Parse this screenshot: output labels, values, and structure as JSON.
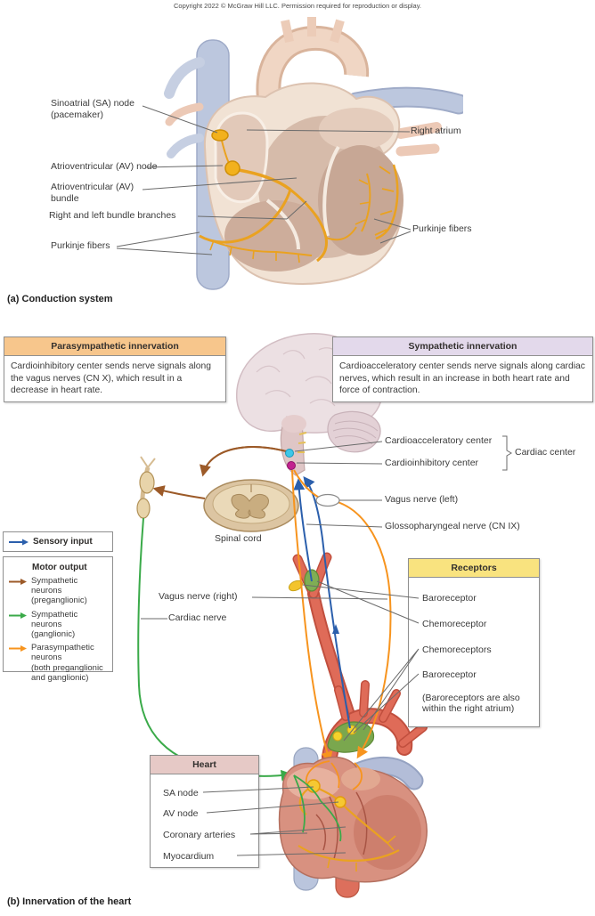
{
  "copyright": "Copyright 2022 © McGraw Hill LLC. Permission required for reproduction or display.",
  "panel_a": {
    "caption": "(a) Conduction system",
    "sa_node": "Sinoatrial (SA) node\n(pacemaker)",
    "av_node": "Atrioventricular (AV) node",
    "av_bundle": "Atrioventricular (AV)\nbundle",
    "bundle_branches": "Right and left bundle branches",
    "purkinje_left": "Purkinje fibers",
    "right_atrium": "Right atrium",
    "purkinje_right": "Purkinje fibers"
  },
  "panel_b": {
    "caption": "(b) Innervation of the heart",
    "para": {
      "title": "Parasympathetic innervation",
      "body": "Cardioinhibitory center sends nerve signals along the vagus nerves (CN X), which result in a decrease in heart rate.",
      "header_color": "#f7c68c"
    },
    "sym": {
      "title": "Sympathetic innervation",
      "body": "Cardioacceleratory center sends nerve signals along cardiac nerves, which result in an increase in both heart rate and force of contraction.",
      "header_color": "#e3d9eb"
    },
    "labels": {
      "cardioacceleratory": "Cardioacceleratory center",
      "cardioinhibitory": "Cardioinhibitory center",
      "cardiac_center": "Cardiac center",
      "vagus_left": "Vagus nerve (left)",
      "glossopharyngeal": "Glossopharyngeal nerve (CN IX)",
      "spinal_cord": "Spinal cord",
      "vagus_right": "Vagus nerve (right)",
      "cardiac_nerve": "Cardiac nerve"
    },
    "legend": {
      "sensory": "Sensory input",
      "sensory_color": "#2b5fac",
      "motor_title": "Motor output",
      "motor_items": [
        {
          "label": "Sympathetic neurons\n(preganglionic)",
          "color": "#9c5a28"
        },
        {
          "label": "Sympathetic neurons\n(ganglionic)",
          "color": "#3aaa49"
        },
        {
          "label": "Parasympathetic\nneurons\n(both preganglionic\nand ganglionic)",
          "color": "#f7941e"
        }
      ]
    },
    "receptors": {
      "title": "Receptors",
      "header_color": "#f9e37f",
      "items": [
        "Baroreceptor",
        "Chemoreceptor",
        "Chemoreceptors",
        "Baroreceptor"
      ],
      "note": "(Baroreceptors are also\nwithin the right atrium)"
    },
    "heart": {
      "title": "Heart",
      "header_color": "#e6c9c6",
      "items": [
        "SA node",
        "AV node",
        "Coronary arteries",
        "Myocardium"
      ]
    }
  },
  "colors": {
    "conduction_gold": "#eaa220",
    "sensory_blue": "#2b5fac",
    "sympathetic_preganglionic_brown": "#9c5a28",
    "sympathetic_ganglionic_green": "#3aaa49",
    "parasympathetic_orange": "#f7941e",
    "artery_red": "#df6b58",
    "chemoreceptor_green": "#7aa74e",
    "baroreceptor_yellow": "#f5d32a"
  }
}
